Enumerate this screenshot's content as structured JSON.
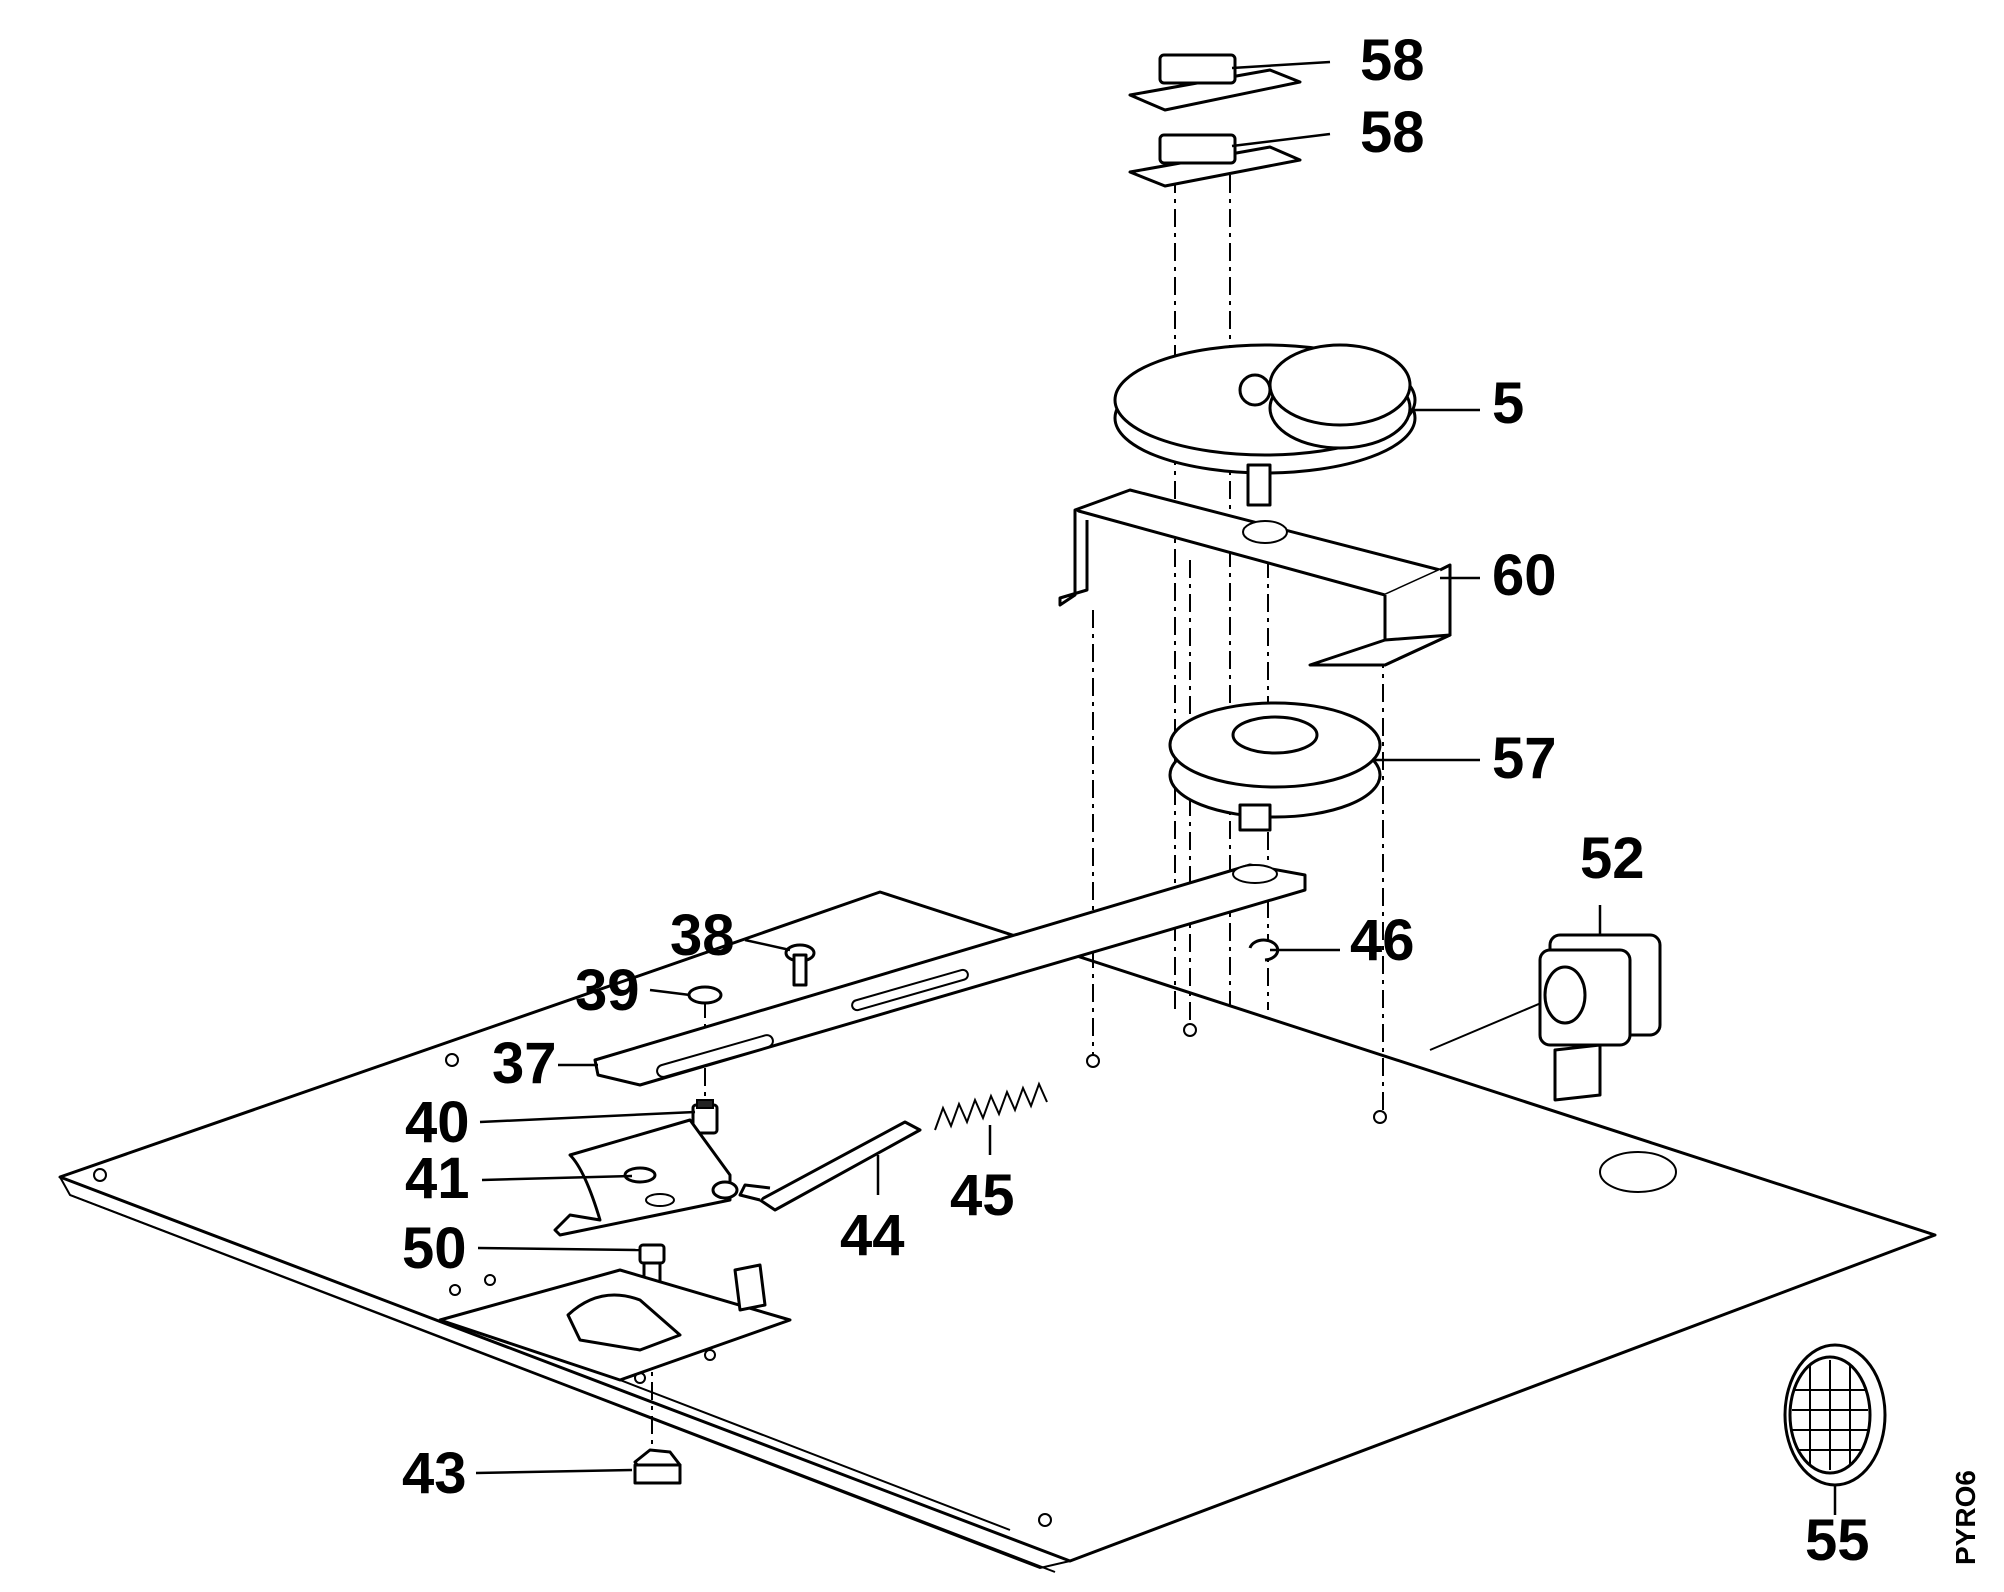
{
  "callouts": [
    {
      "id": "c58a",
      "label": "58"
    },
    {
      "id": "c58b",
      "label": "58"
    },
    {
      "id": "c5",
      "label": "5"
    },
    {
      "id": "c60",
      "label": "60"
    },
    {
      "id": "c57",
      "label": "57"
    },
    {
      "id": "c52",
      "label": "52"
    },
    {
      "id": "c46",
      "label": "46"
    },
    {
      "id": "c38",
      "label": "38"
    },
    {
      "id": "c39",
      "label": "39"
    },
    {
      "id": "c37",
      "label": "37"
    },
    {
      "id": "c40",
      "label": "40"
    },
    {
      "id": "c41",
      "label": "41"
    },
    {
      "id": "c45",
      "label": "45"
    },
    {
      "id": "c44",
      "label": "44"
    },
    {
      "id": "c50",
      "label": "50"
    },
    {
      "id": "c43",
      "label": "43"
    },
    {
      "id": "c55",
      "label": "55"
    }
  ],
  "drawing_code": "PYRO6"
}
